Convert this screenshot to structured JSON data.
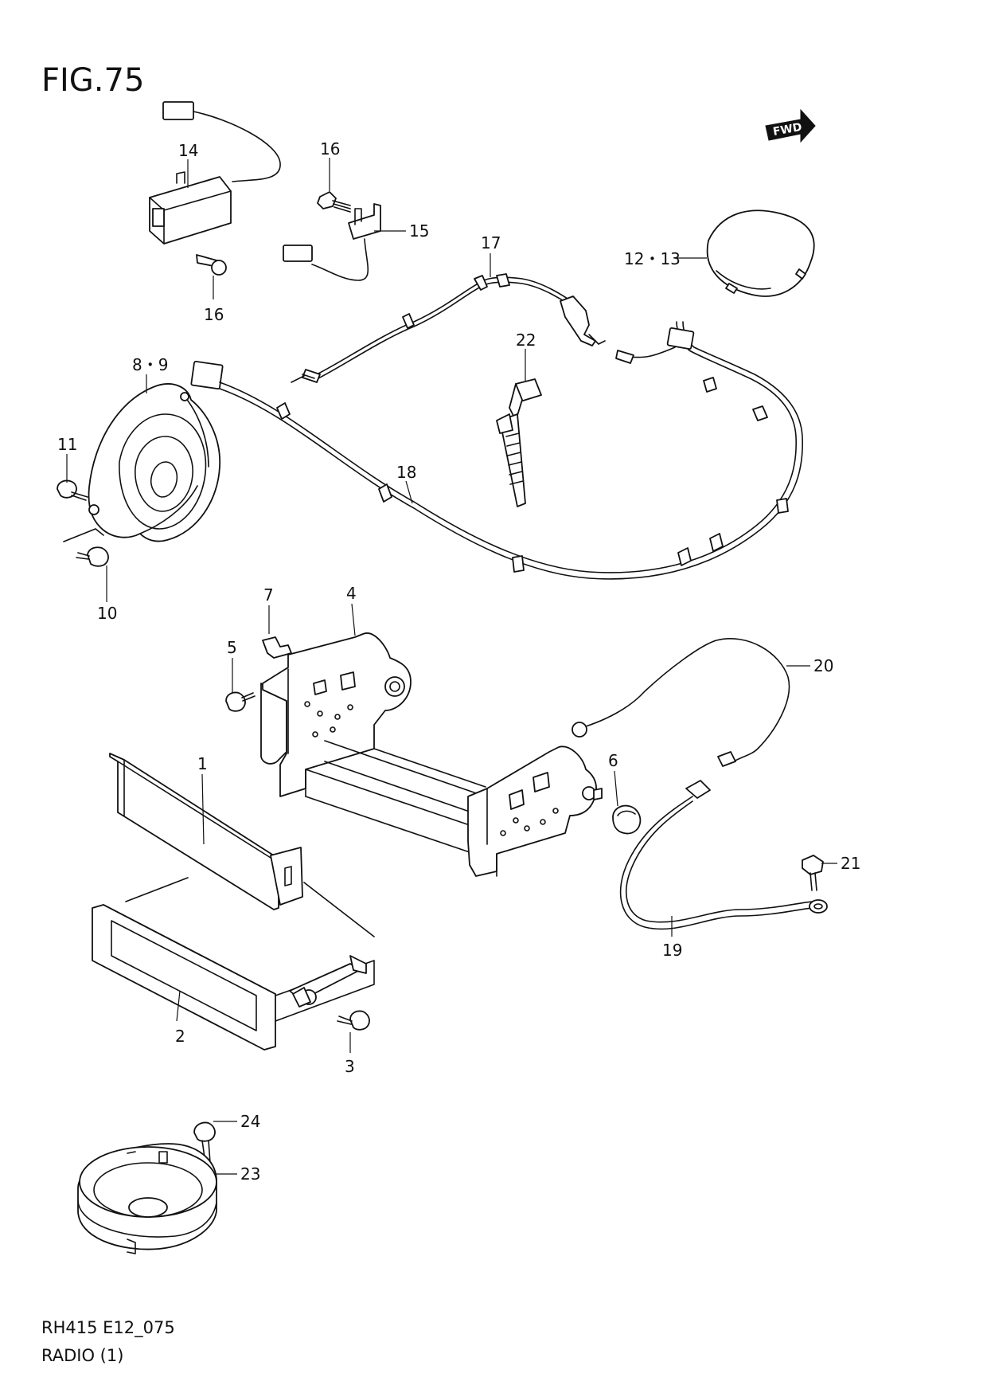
{
  "figure": {
    "title": "FIG.75",
    "code": "RH415 E12_075",
    "name": "RADIO (1)"
  },
  "fwd_badge": "FWD",
  "callouts": {
    "c1": "1",
    "c2": "2",
    "c3": "3",
    "c4": "4",
    "c5": "5",
    "c6": "6",
    "c7": "7",
    "c8_9": "8・9",
    "c10": "10",
    "c11": "11",
    "c12_13": "12・13",
    "c14": "14",
    "c15": "15",
    "c16a": "16",
    "c16b": "16",
    "c17": "17",
    "c18": "18",
    "c19": "19",
    "c20": "20",
    "c21": "21",
    "c22": "22",
    "c23": "23",
    "c24": "24"
  }
}
